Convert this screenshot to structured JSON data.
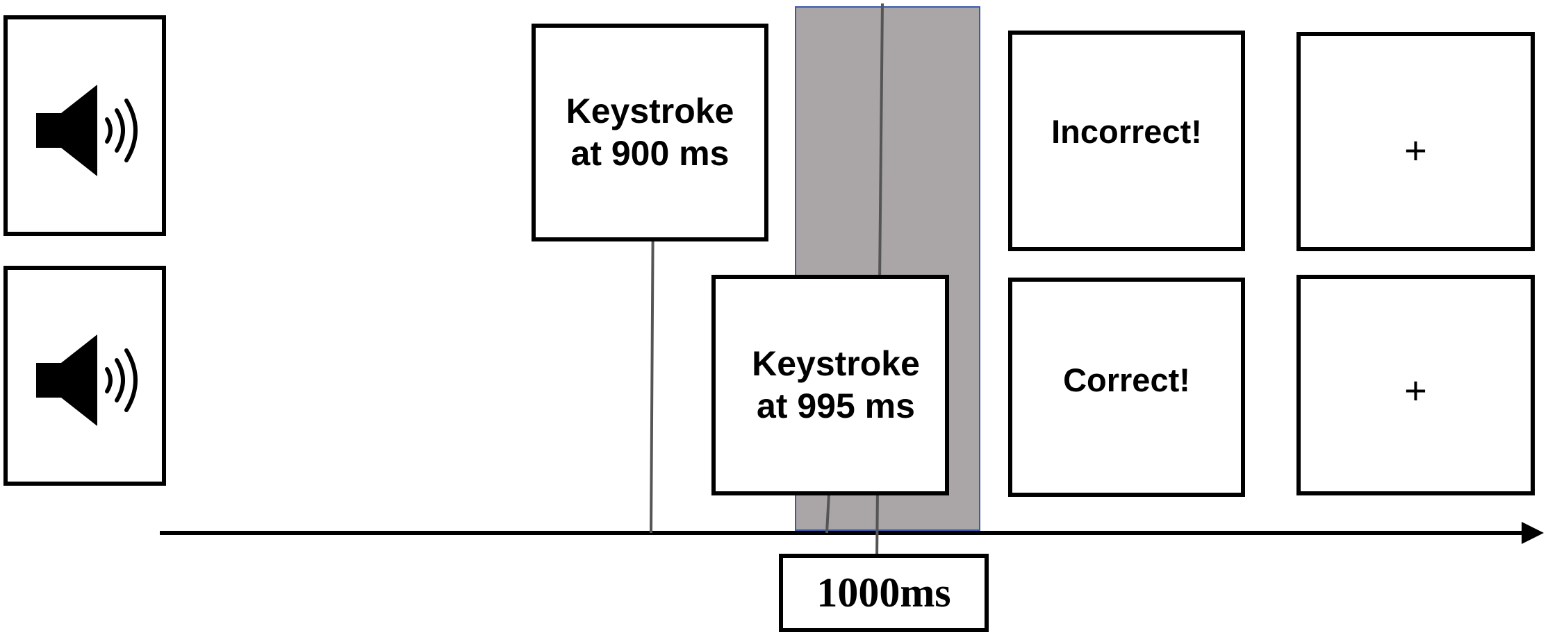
{
  "diagram": {
    "keystroke_early": {
      "line1": "Keystroke",
      "line2": "at 900 ms"
    },
    "keystroke_late": {
      "line1": "Keystroke",
      "line2": "at 995 ms"
    },
    "feedback_incorrect": "Incorrect!",
    "feedback_correct": "Correct!",
    "fixation_symbol": "+",
    "deadline_label": "1000ms",
    "icons": [
      "speaker-icon",
      "speaker-icon"
    ],
    "colors": {
      "response_window": "#aaa5a6",
      "response_window_border": "#3a5aa8",
      "line": "#000000",
      "tick": "#555555"
    }
  }
}
